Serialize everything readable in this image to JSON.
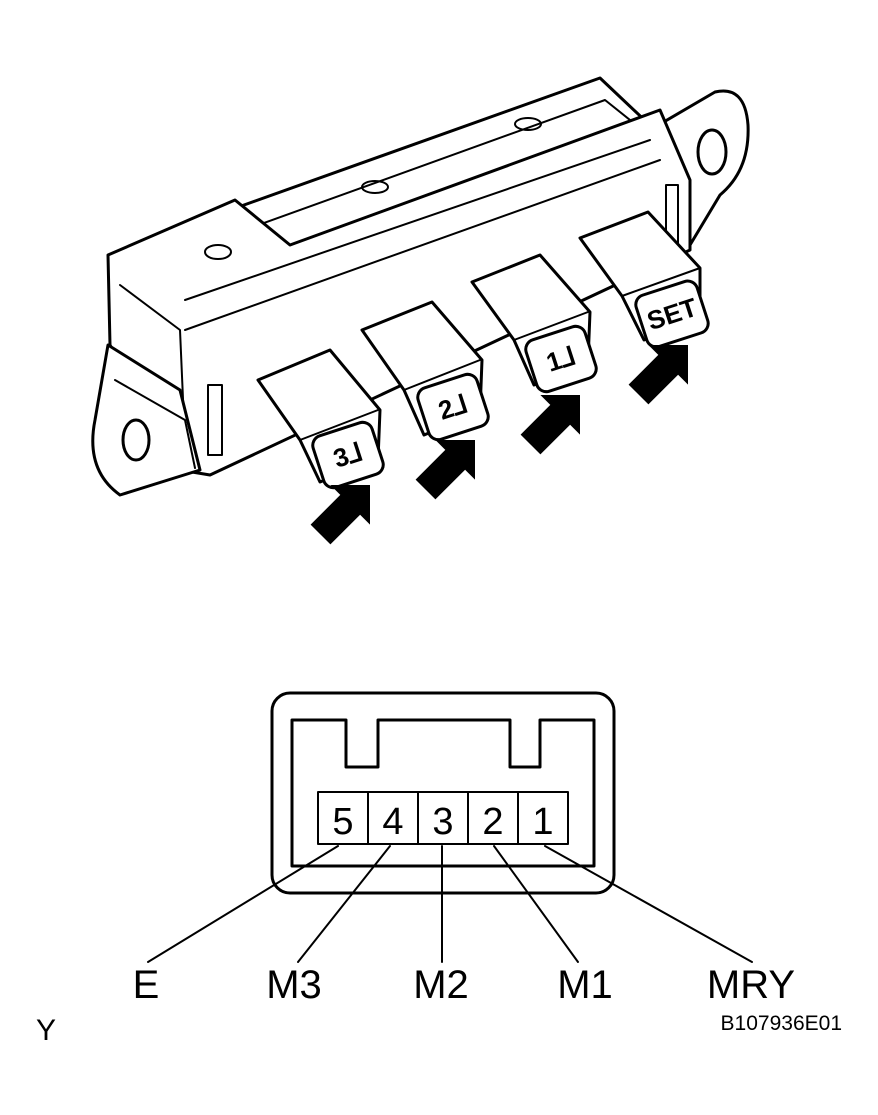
{
  "switch_buttons": [
    {
      "id": "set",
      "label": "SET"
    },
    {
      "id": "1",
      "label": "1⅃"
    },
    {
      "id": "2",
      "label": "2⅃"
    },
    {
      "id": "3",
      "label": "3⅃"
    }
  ],
  "connector": {
    "pins": [
      {
        "number": "5",
        "terminal": "E"
      },
      {
        "number": "4",
        "terminal": "M3"
      },
      {
        "number": "3",
        "terminal": "M2"
      },
      {
        "number": "2",
        "terminal": "M1"
      },
      {
        "number": "1",
        "terminal": "MRY"
      }
    ]
  },
  "corner_label": "Y",
  "reference_code": "B107936E01"
}
